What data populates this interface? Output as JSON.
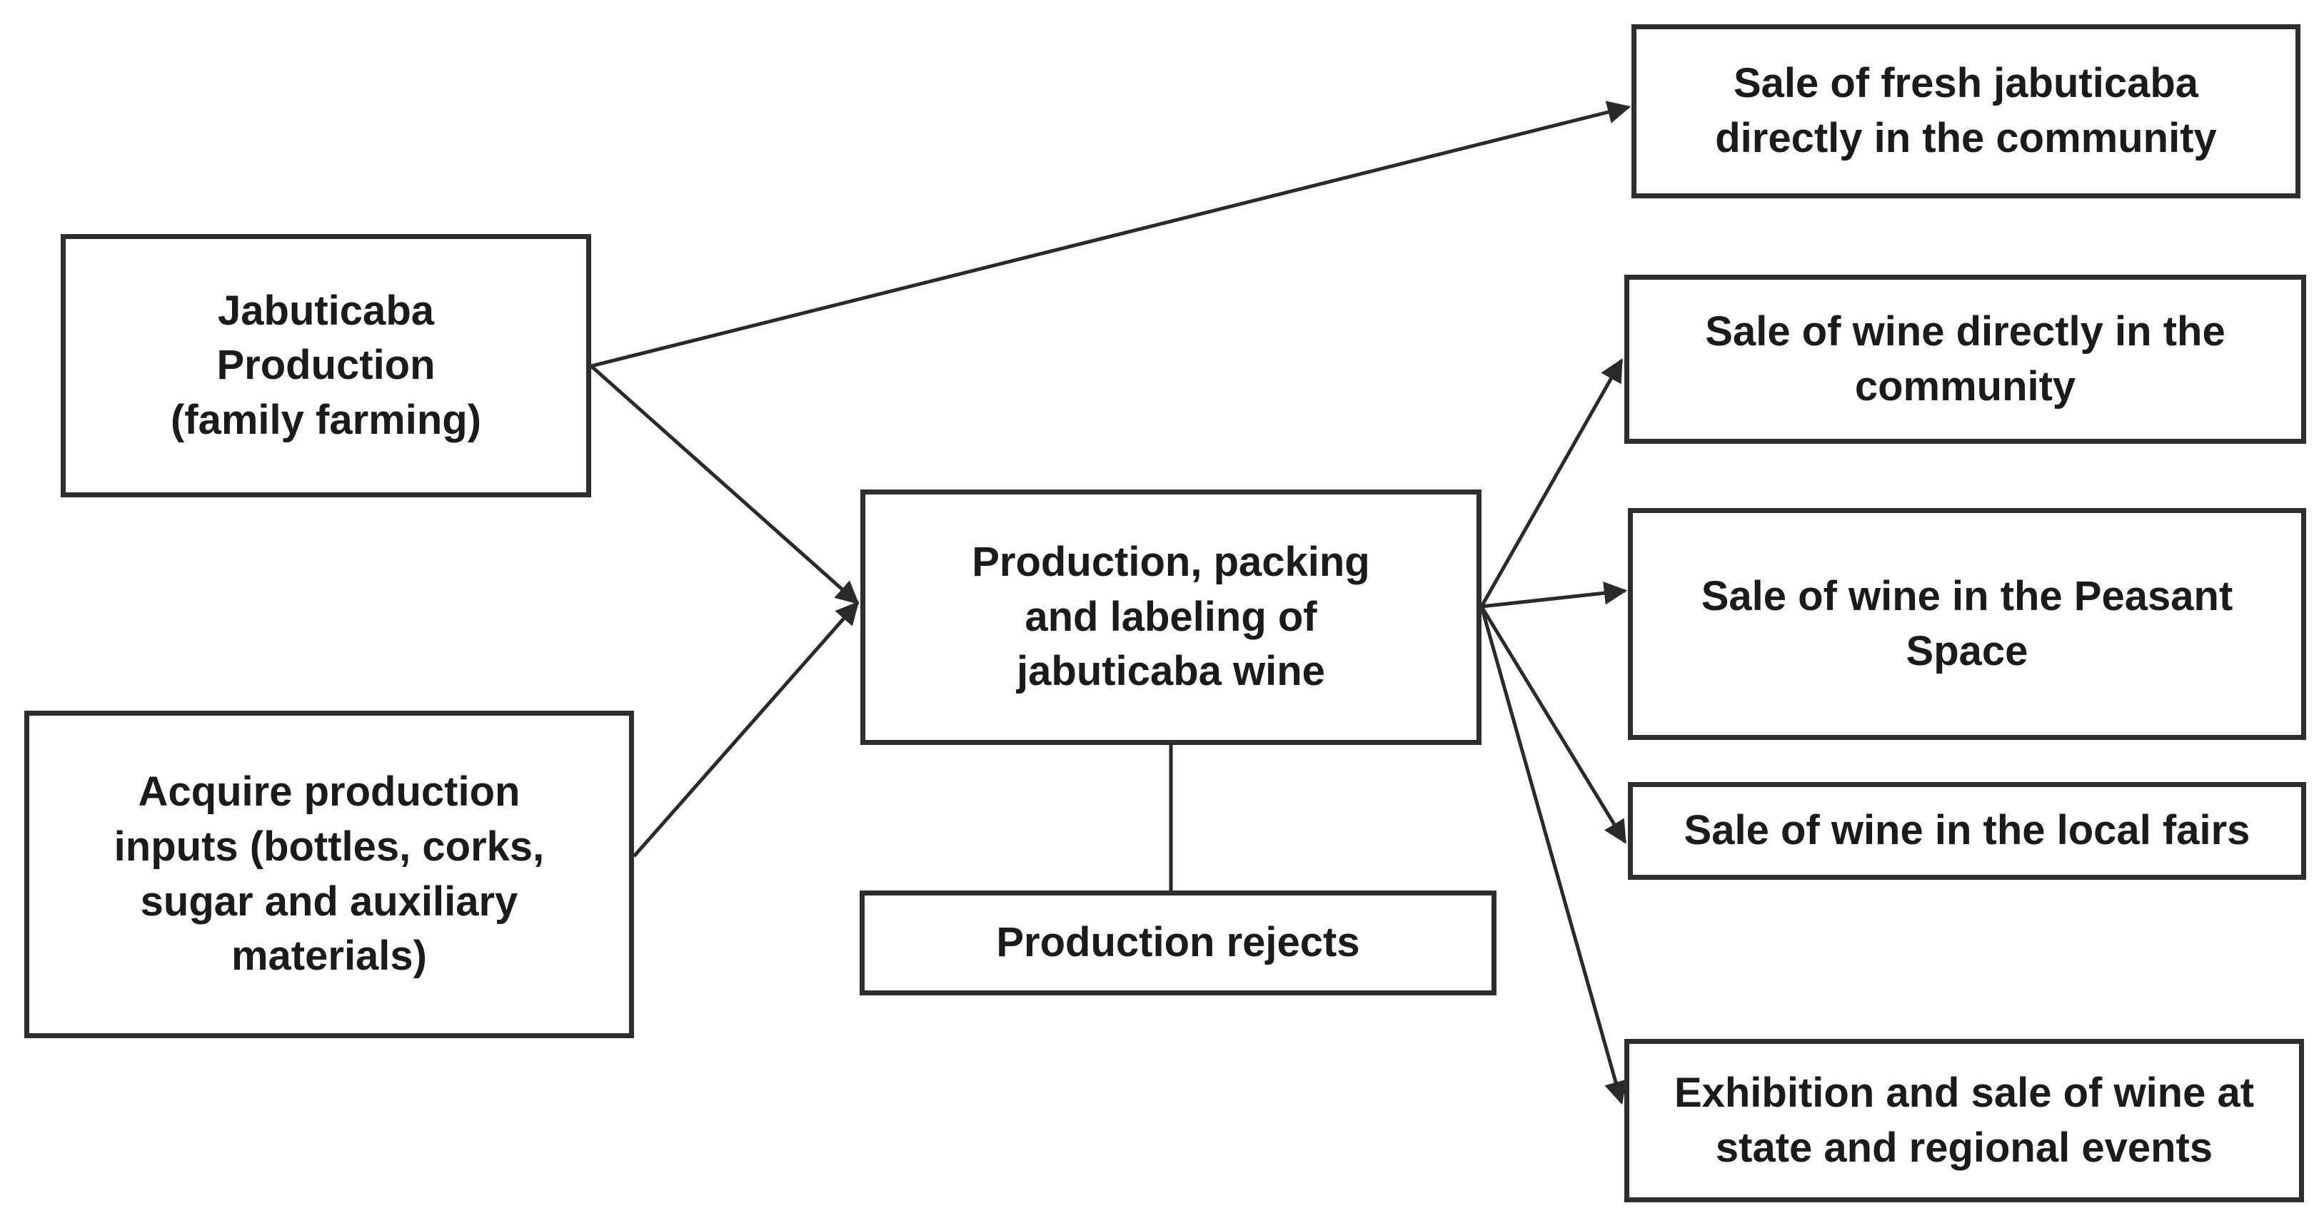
{
  "diagram": {
    "background_color": "#ffffff",
    "line_color": "#2a2a2a",
    "border_color": "#2e2e2e",
    "text_color": "#1b1b1b",
    "nodes": {
      "jabuticaba_production": {
        "lines": [
          "Jabuticaba",
          "Production",
          "(family farming)"
        ]
      },
      "acquire_inputs": {
        "lines": [
          "Acquire production",
          "inputs (bottles, corks,",
          "sugar and auxiliary",
          "materials)"
        ]
      },
      "production_packing": {
        "lines": [
          "Production,  packing",
          "and labeling of",
          "jabuticaba wine"
        ]
      },
      "production_rejects": {
        "lines": [
          "Production  rejects"
        ]
      },
      "sale_fresh": {
        "lines": [
          "Sale of fresh jabuticaba",
          "directly in the community"
        ]
      },
      "sale_wine_community": {
        "lines": [
          "Sale of wine directly in the",
          "community"
        ]
      },
      "sale_wine_peasant": {
        "lines": [
          "Sale of wine in the Peasant",
          "Space"
        ]
      },
      "sale_wine_fairs": {
        "lines": [
          "Sale of wine in the local fairs"
        ]
      },
      "exhibition_sale": {
        "lines": [
          "Exhibition and sale of wine at",
          "state and regional events"
        ]
      }
    },
    "edges": [
      {
        "id": "jabuticaba-to-fresh-sale",
        "from": "jabuticaba_production",
        "to": "sale_fresh",
        "arrowhead": true
      },
      {
        "id": "jabuticaba-to-production",
        "from": "jabuticaba_production",
        "to": "production_packing",
        "arrowhead": true
      },
      {
        "id": "inputs-to-production",
        "from": "acquire_inputs",
        "to": "production_packing",
        "arrowhead": true
      },
      {
        "id": "production-to-community-sale",
        "from": "production_packing",
        "to": "sale_wine_community",
        "arrowhead": true
      },
      {
        "id": "production-to-peasant-space",
        "from": "production_packing",
        "to": "sale_wine_peasant",
        "arrowhead": true
      },
      {
        "id": "production-to-local-fairs",
        "from": "production_packing",
        "to": "sale_wine_fairs",
        "arrowhead": true
      },
      {
        "id": "production-to-exhibition",
        "from": "production_packing",
        "to": "exhibition_sale",
        "arrowhead": true
      },
      {
        "id": "production-to-rejects",
        "from": "production_packing",
        "to": "production_rejects",
        "arrowhead": false
      }
    ]
  }
}
